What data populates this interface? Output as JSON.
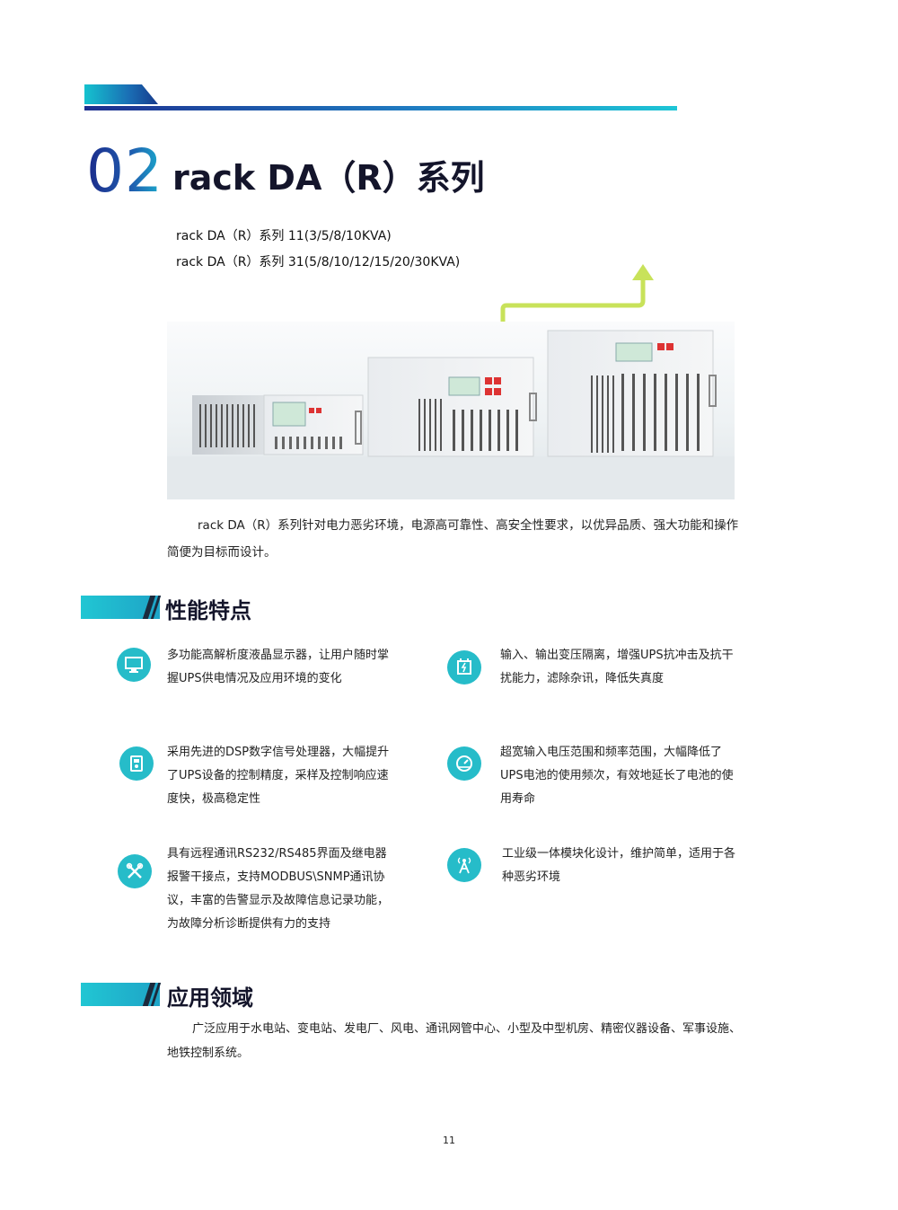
{
  "section": {
    "number": "02",
    "title": "rack DA（R）系列"
  },
  "models": [
    "rack DA（R）系列 11(3/5/8/10KVA)",
    "rack DA（R）系列 31(5/8/10/12/15/20/30KVA)"
  ],
  "intro": "rack DA（R）系列针对电力恶劣环境，电源高可靠性、高安全性要求，以优异品质、强大功能和操作简便为目标而设计。",
  "features_heading": "性能特点",
  "features": [
    {
      "icon": "monitor-icon",
      "text": "多功能高解析度液晶显示器，让用户随时掌握UPS供电情况及应用环境的变化"
    },
    {
      "icon": "transformer-icon",
      "text": "输入、输出变压隔离，增强UPS抗冲击及抗干扰能力，滤除杂讯，降低失真度"
    },
    {
      "icon": "processor-icon",
      "text": "采用先进的DSP数字信号处理器，大幅提升了UPS设备的控制精度，采样及控制响应速度快，极高稳定性"
    },
    {
      "icon": "gauge-icon",
      "text": "超宽输入电压范围和频率范围，大幅降低了UPS电池的使用频次，有效地延长了电池的使用寿命"
    },
    {
      "icon": "tools-icon",
      "text": "具有远程通讯RS232/RS485界面及继电器报警干接点，支持MODBUS\\SNMP通讯协议，丰富的告警显示及故障信息记录功能，为故障分析诊断提供有力的支持"
    },
    {
      "icon": "signal-tower-icon",
      "text": "工业级一体模块化设计，维护简单，适用于各种恶劣环境"
    }
  ],
  "applications_heading": "应用领域",
  "applications": "广泛应用于水电站、变电站、发电厂、风电、通讯网管中心、小型及中型机房、精密仪器设备、军事设施、地铁控制系统。",
  "page_number": "11",
  "colors": {
    "accent_teal": "#26bcc9",
    "accent_navy": "#1b2a8a",
    "arrow_green": "#c8e25a"
  }
}
